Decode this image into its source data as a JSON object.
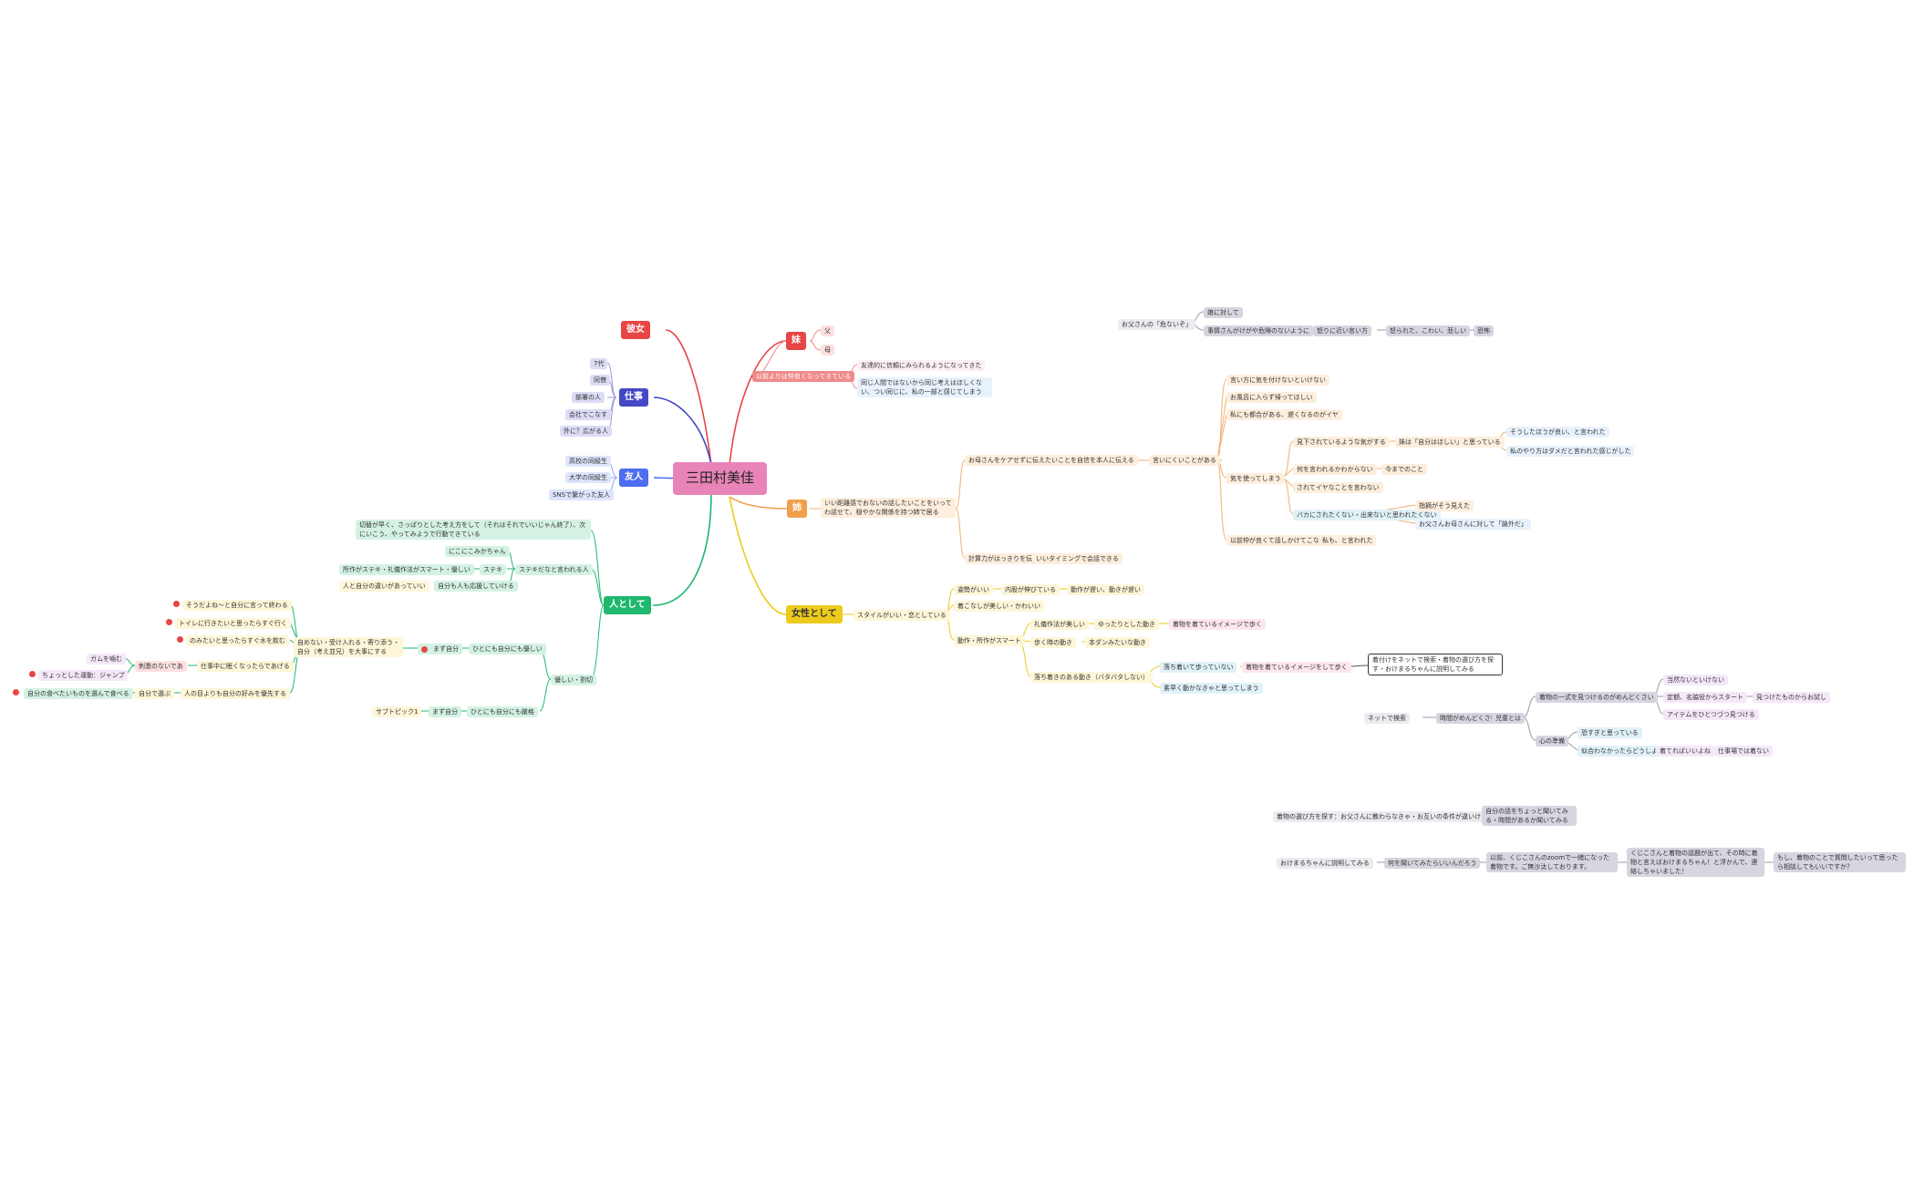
{
  "mindmap": {
    "root": "三田村美佳",
    "colors": {
      "red": "#e84545",
      "indigo": "#4448c4",
      "blue": "#4d6ef0",
      "green": "#1eb86e",
      "orange": "#f0a04b",
      "yellow": "#eccb1e",
      "salmon": "#f08a8a"
    },
    "branches": {
      "kanojo": "彼女",
      "shigoto": "仕事",
      "yujin": "友人",
      "hitotoshite": "人として",
      "imouto": "妹",
      "ane": "姉",
      "joseitoshite": "女性として"
    },
    "shigoto_items": [
      "7代",
      "同僚",
      "部署の人",
      "会社でこなす",
      "外に？広がる人"
    ],
    "yujin_items": [
      "高校の同級生",
      "大学の同級生",
      "SNSで繋がった友人"
    ],
    "imouto_items": [
      "父",
      "母"
    ],
    "imouto_relation": {
      "label": "以前よりは仲良くなってきている",
      "children": [
        "友達的に信頼にみられるようになってきた",
        "同じ人間ではないから同じ考えはほしくない、つい同じに、私の一部と感じてしまう"
      ]
    },
    "ane": {
      "intro": "いい距離感でおないの話したいことをいってわ話せて、穏やかな関係を持つ姉で居る",
      "a_label": "お母さんをケアせずに伝えたいことを自信を本人に伝える",
      "a_child": "言いにくいことがある",
      "items": [
        "言い方に気を付けないといけない",
        "お風呂に入らず帰ってほしい",
        "私にも都合がある、遅くなるのがイヤ"
      ],
      "kidukai": "気を使ってしまう",
      "k1": "見下されているような気がする",
      "k1a": "妹は「自分はほしい」と思っている",
      "k1b": [
        "そうしたほうが良い、と言われた",
        "私のやり方はダメだと言われた感じがした"
      ],
      "k2": "何を言われるかわからない",
      "k2a": "今までのこと",
      "k3": "されてイヤなことを言わない",
      "k4": "バカにされたくない・出来ないと思われたくない",
      "k4a": [
        "指摘がそう見えた",
        "お父さんお母さんに対して「論外だ」"
      ],
      "hakkiri": "以前仲が良くて話しかけてこない",
      "hakkiri_child": "私も、と言われた",
      "mitsumori": "計算力がはっきりを伝える",
      "mitsumori_child": "いいタイミングで会話できる"
    },
    "josei": {
      "label": "スタイルがいい・恋としている",
      "s1": "姿勢がいい",
      "s1a": "内股が伸びている",
      "s1b": "動作が遅い、動きが遅い",
      "s2": "着こなしが美しい・かわいい",
      "s3": "動作・所作がスマート",
      "s3a": "礼儀作法が美しい",
      "s3a1": "ゆったりとした動き",
      "s3a2": "着物を着ているイメージで歩く",
      "s3b": "歩く時の動き",
      "s3b1": "本ダンみたいな動き",
      "s3c": "落ち着きのある動き（バタバタしない）",
      "s3c1": "落ち着いて歩っていない",
      "s3c2": "着物を着ているイメージをして歩く",
      "s3c3": "着付けをネットで検索・着物の選び方を探す・おけまるちゃんに説明してみる",
      "s3c4": "素早く動かなきゃと思ってしまう"
    },
    "float_top": {
      "a": "お父さんの「危ないぞ」",
      "b1": "娘に対して",
      "b2": "事情さんがけがや危険のないように",
      "c": "怒りに近い言い方",
      "d": "怒られた、こわい、悲しい",
      "e": "恐怖"
    },
    "float_mid": {
      "net": "ネットで検索",
      "mendou": "時間がめんどくさい",
      "toha": "児童とは",
      "k1": "着物の一式を見つけるのがめんどくさい",
      "k1c": [
        "当然ないといけない",
        "定額、名脇役からスタート",
        "アイテムをひとつづつ見つける"
      ],
      "k1c_tail": "見つけたものからお試し",
      "k2": "心の準備",
      "k2c": [
        "恐すぎと思っている",
        "似合わなかったらどうしよう"
      ],
      "k2c_tail": "着てればいいよね",
      "k2c_tail2": "仕事場では着ない"
    },
    "float_low": {
      "q": "着物の選び方を探す：お父さんに教わらなきゃ・お互いの条件が違いけど…",
      "q_child": "自分の話をちょっと聞いてみる・時間があるか聞いてみる",
      "r1": "おけまるちゃんに説明してみる",
      "r2": "何を聞いてみたらいいんだろう",
      "r3": "以前、くじこさんのzoomで一緒になった着物です。ご無沙汰しております。",
      "r4": "くじこさんと着物の話題が出て、その時に着物と言えばおけまるちゃん！と浮かんで、連絡しちゃいました！",
      "r5": "もし、着物のことで質問したいって思ったら相談してもいいですか？"
    },
    "hito": {
      "top": "切替が早く、さっぱりとした考え方をして（それはそれでいいじゃん終了）、次にいこう、やってみようで行動できている",
      "suteki": "ステキだなと言われる人",
      "s1": "にこにこみかちゃん",
      "s1p": "ステキ",
      "s2": "所作がステキ・礼儀作法がスマート・優しい",
      "s3": "自分も人も応援していける",
      "s3p": "人と自分の違いがあっていい",
      "yasashii": "優しい・割切",
      "y1": "ひとにも自分にも優しい",
      "y1a": "まず自分",
      "center": "自めない・受け入れる・寄り添う・自分（考え並兄）を大事にする",
      "red": [
        "そうだよね〜と自分に言って終わる",
        "トイレに行きたいと思ったらすぐ行く",
        "のみたいと思ったらすぐ水を飲む"
      ],
      "work": "仕事中に眠くなったらであげる",
      "workp": "刺激のないであ",
      "gum": "ガムを噛む",
      "jump": "ちょっとした運動：ジャンプ",
      "eat": "人の目よりも自分の好みを優先する",
      "eatp": "自分で選ぶ",
      "eatpp": "自分の食べたいものを選んで食べる",
      "y2": "ひとにも自分にも厳格",
      "y2a": "まず自分",
      "y2b": "サブトピック1"
    }
  }
}
